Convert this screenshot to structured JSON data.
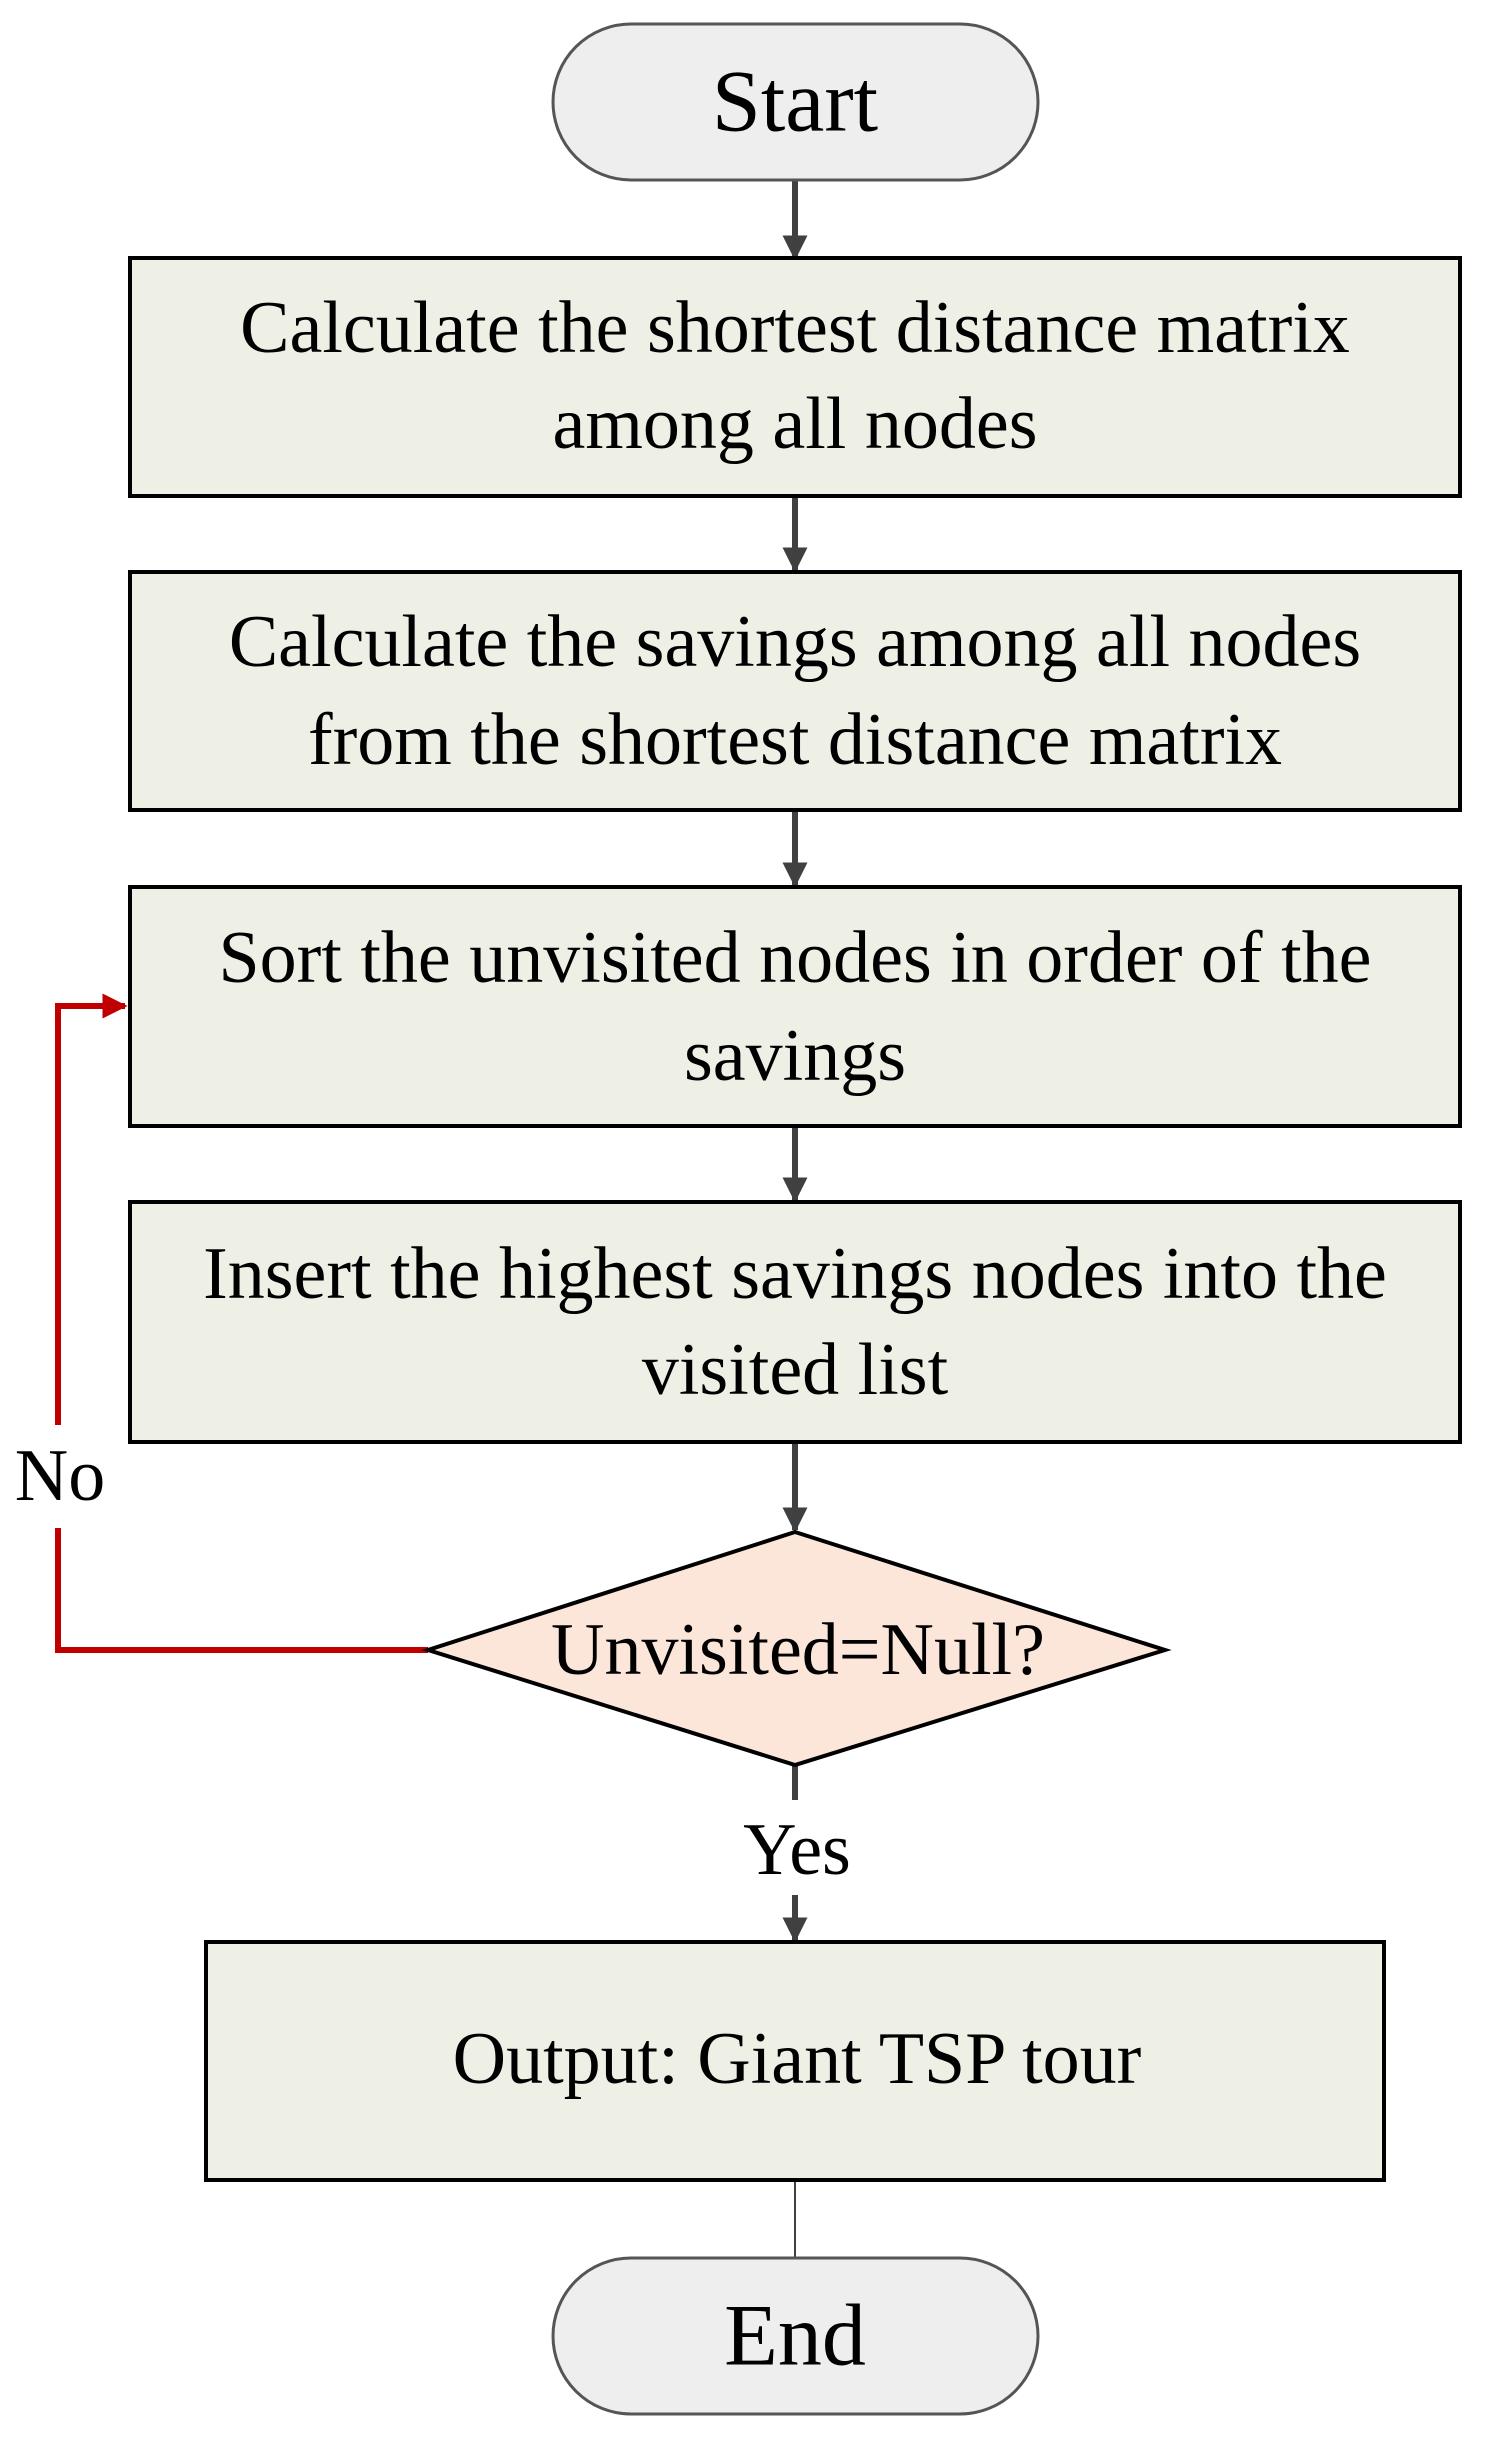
{
  "colors": {
    "process_fill": "#eef0e6",
    "decision_fill": "#fce6da",
    "terminal_fill": "#eeeeee",
    "border": "#000000",
    "flow_line": "#404040",
    "loop_line": "#c00000"
  },
  "flowchart": {
    "start": {
      "label": "Start"
    },
    "steps": [
      {
        "lines": [
          "Calculate the shortest distance matrix",
          "among all nodes"
        ]
      },
      {
        "lines": [
          "Calculate the savings among all nodes",
          "from the shortest distance matrix"
        ]
      },
      {
        "lines": [
          "Sort the unvisited nodes in order of the",
          "savings"
        ]
      },
      {
        "lines": [
          "Insert the highest savings nodes into the",
          "visited list"
        ]
      }
    ],
    "decision": {
      "label": "Unvisited=Null?"
    },
    "branch_no": "No",
    "branch_yes": "Yes",
    "output": {
      "label": "Output: Giant TSP tour"
    },
    "end": {
      "label": "End"
    }
  }
}
